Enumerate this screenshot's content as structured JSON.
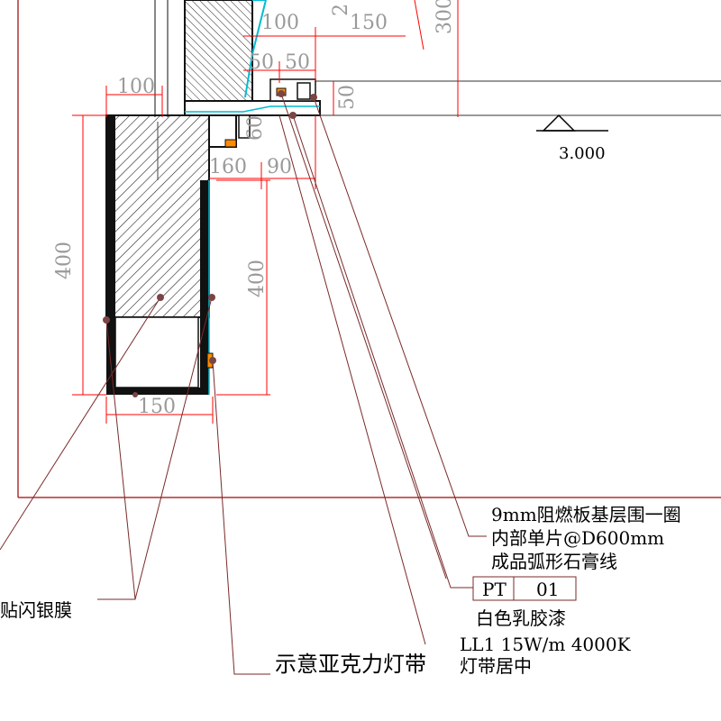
{
  "dimensions": {
    "top_100_left": "100",
    "top_100_right": "100",
    "top_150": "150",
    "top_300": "300",
    "top_2": "2",
    "d_50_a": "50",
    "d_50_b": "50",
    "d_50_vert": "50",
    "d_60": "60",
    "d_160": "160",
    "d_90": "90",
    "d_400_left": "400",
    "d_400_right": "400",
    "d_150_bottom": "150"
  },
  "level": {
    "value": "3.000"
  },
  "notes": {
    "n1": "9mm阻燃板基层围一圈",
    "n2": "内部单片@D600mm",
    "n3": "成品弧形石膏线",
    "tag_code": "PT",
    "tag_num": "01",
    "n4": "白色乳胶漆",
    "n5": "LL1 15W/m 4000K",
    "n6": "灯带居中",
    "n7": "示意亚克力灯带",
    "n8": "贴闪银膜"
  },
  "colors": {
    "leader": "#7a2a2a",
    "dim_line": "#ff0000",
    "dim_text": "#9a9a9a",
    "boundary": "#b03030",
    "cyan": "#00bcd4",
    "orange": "#ff8c00"
  }
}
